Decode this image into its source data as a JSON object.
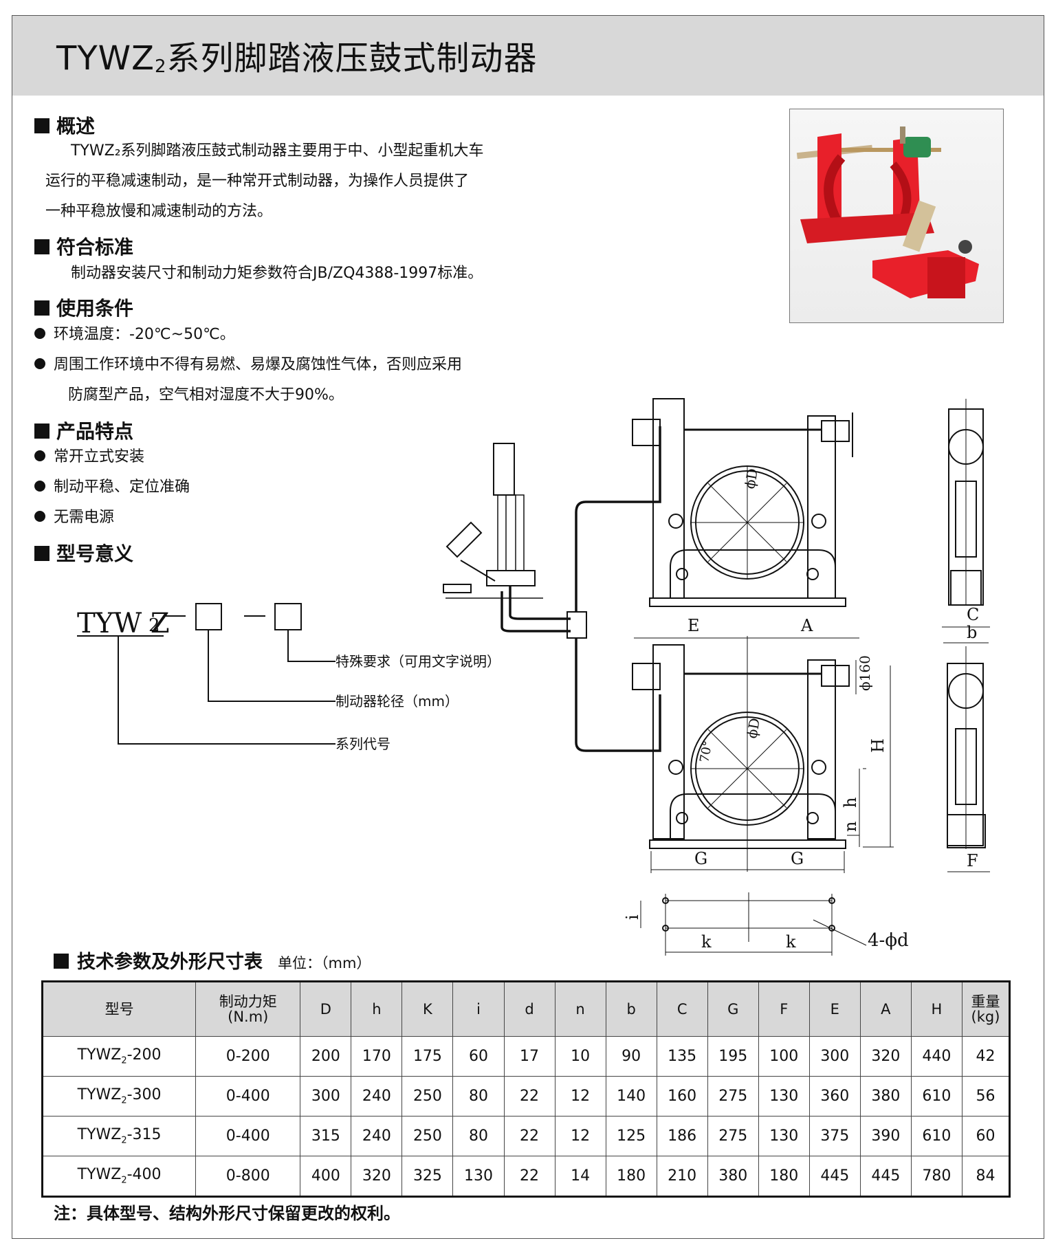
{
  "title": {
    "prefix": "TYWZ",
    "sub": "2",
    "suffix": "系列脚踏液压鼓式制动器"
  },
  "sections": {
    "overview": {
      "heading": "概述",
      "lines": [
        "TYWZ₂系列脚踏液压鼓式制动器主要用于中、小型起重机大车",
        "运行的平稳减速制动，是一种常开式制动器，为操作人员提供了",
        "一种平稳放慢和减速制动的方法。"
      ]
    },
    "standard": {
      "heading": "符合标准",
      "text": "制动器安装尺寸和制动力矩参数符合JB/ZQ4388-1997标准。"
    },
    "conditions": {
      "heading": "使用条件",
      "items": [
        "环境温度：-20℃~50℃。",
        "周围工作环境中不得有易燃、易爆及腐蚀性气体，否则应采用"
      ],
      "continuation": "防腐型产品，空气相对湿度不大于90%。"
    },
    "features": {
      "heading": "产品特点",
      "items": [
        "常开立式安装",
        "制动平稳、定位准确",
        "无需电源"
      ]
    },
    "model_meaning": {
      "heading": "型号意义",
      "code": "TYW Z",
      "code_sub": "2",
      "labels": [
        "特殊要求（可用文字说明）",
        "制动器轮径（mm）",
        "系列代号"
      ]
    }
  },
  "drawing_labels": {
    "phi_d": "ϕD",
    "angle": "70°",
    "phi160": "ϕ160",
    "E": "E",
    "A": "A",
    "H": "H",
    "h": "h",
    "n": "n",
    "G": "G",
    "C": "C",
    "b": "b",
    "F": "F",
    "i": "i",
    "k": "k",
    "holes": "4-ϕd"
  },
  "table": {
    "title": "技术参数及外形尺寸表",
    "unit": "单位：（mm）",
    "headers": [
      {
        "l1": "型号",
        "l2": ""
      },
      {
        "l1": "制动力矩",
        "l2": "(N.m)"
      },
      {
        "l1": "D",
        "l2": ""
      },
      {
        "l1": "h",
        "l2": ""
      },
      {
        "l1": "K",
        "l2": ""
      },
      {
        "l1": "i",
        "l2": ""
      },
      {
        "l1": "d",
        "l2": ""
      },
      {
        "l1": "n",
        "l2": ""
      },
      {
        "l1": "b",
        "l2": ""
      },
      {
        "l1": "C",
        "l2": ""
      },
      {
        "l1": "G",
        "l2": ""
      },
      {
        "l1": "F",
        "l2": ""
      },
      {
        "l1": "E",
        "l2": ""
      },
      {
        "l1": "A",
        "l2": ""
      },
      {
        "l1": "H",
        "l2": ""
      },
      {
        "l1": "重量",
        "l2": "(kg)"
      }
    ],
    "rows": [
      {
        "model": "TYWZ",
        "model_sub": "2",
        "model_suffix": "-200",
        "cells": [
          "0-200",
          "200",
          "170",
          "175",
          "60",
          "17",
          "10",
          "90",
          "135",
          "195",
          "100",
          "300",
          "320",
          "440",
          "42"
        ]
      },
      {
        "model": "TYWZ",
        "model_sub": "2",
        "model_suffix": "-300",
        "cells": [
          "0-400",
          "300",
          "240",
          "250",
          "80",
          "22",
          "12",
          "140",
          "160",
          "275",
          "130",
          "360",
          "380",
          "610",
          "56"
        ]
      },
      {
        "model": "TYWZ",
        "model_sub": "2",
        "model_suffix": "-315",
        "cells": [
          "0-400",
          "315",
          "240",
          "250",
          "80",
          "22",
          "12",
          "125",
          "186",
          "275",
          "130",
          "375",
          "390",
          "610",
          "60"
        ]
      },
      {
        "model": "TYWZ",
        "model_sub": "2",
        "model_suffix": "-400",
        "cells": [
          "0-800",
          "400",
          "320",
          "325",
          "130",
          "22",
          "14",
          "180",
          "210",
          "380",
          "180",
          "445",
          "445",
          "780",
          "84"
        ]
      }
    ]
  },
  "note": "注：具体型号、结构外形尺寸保留更改的权利。",
  "colors": {
    "brake_red": "#e8202a",
    "header_gray": "#d8d8d8"
  }
}
